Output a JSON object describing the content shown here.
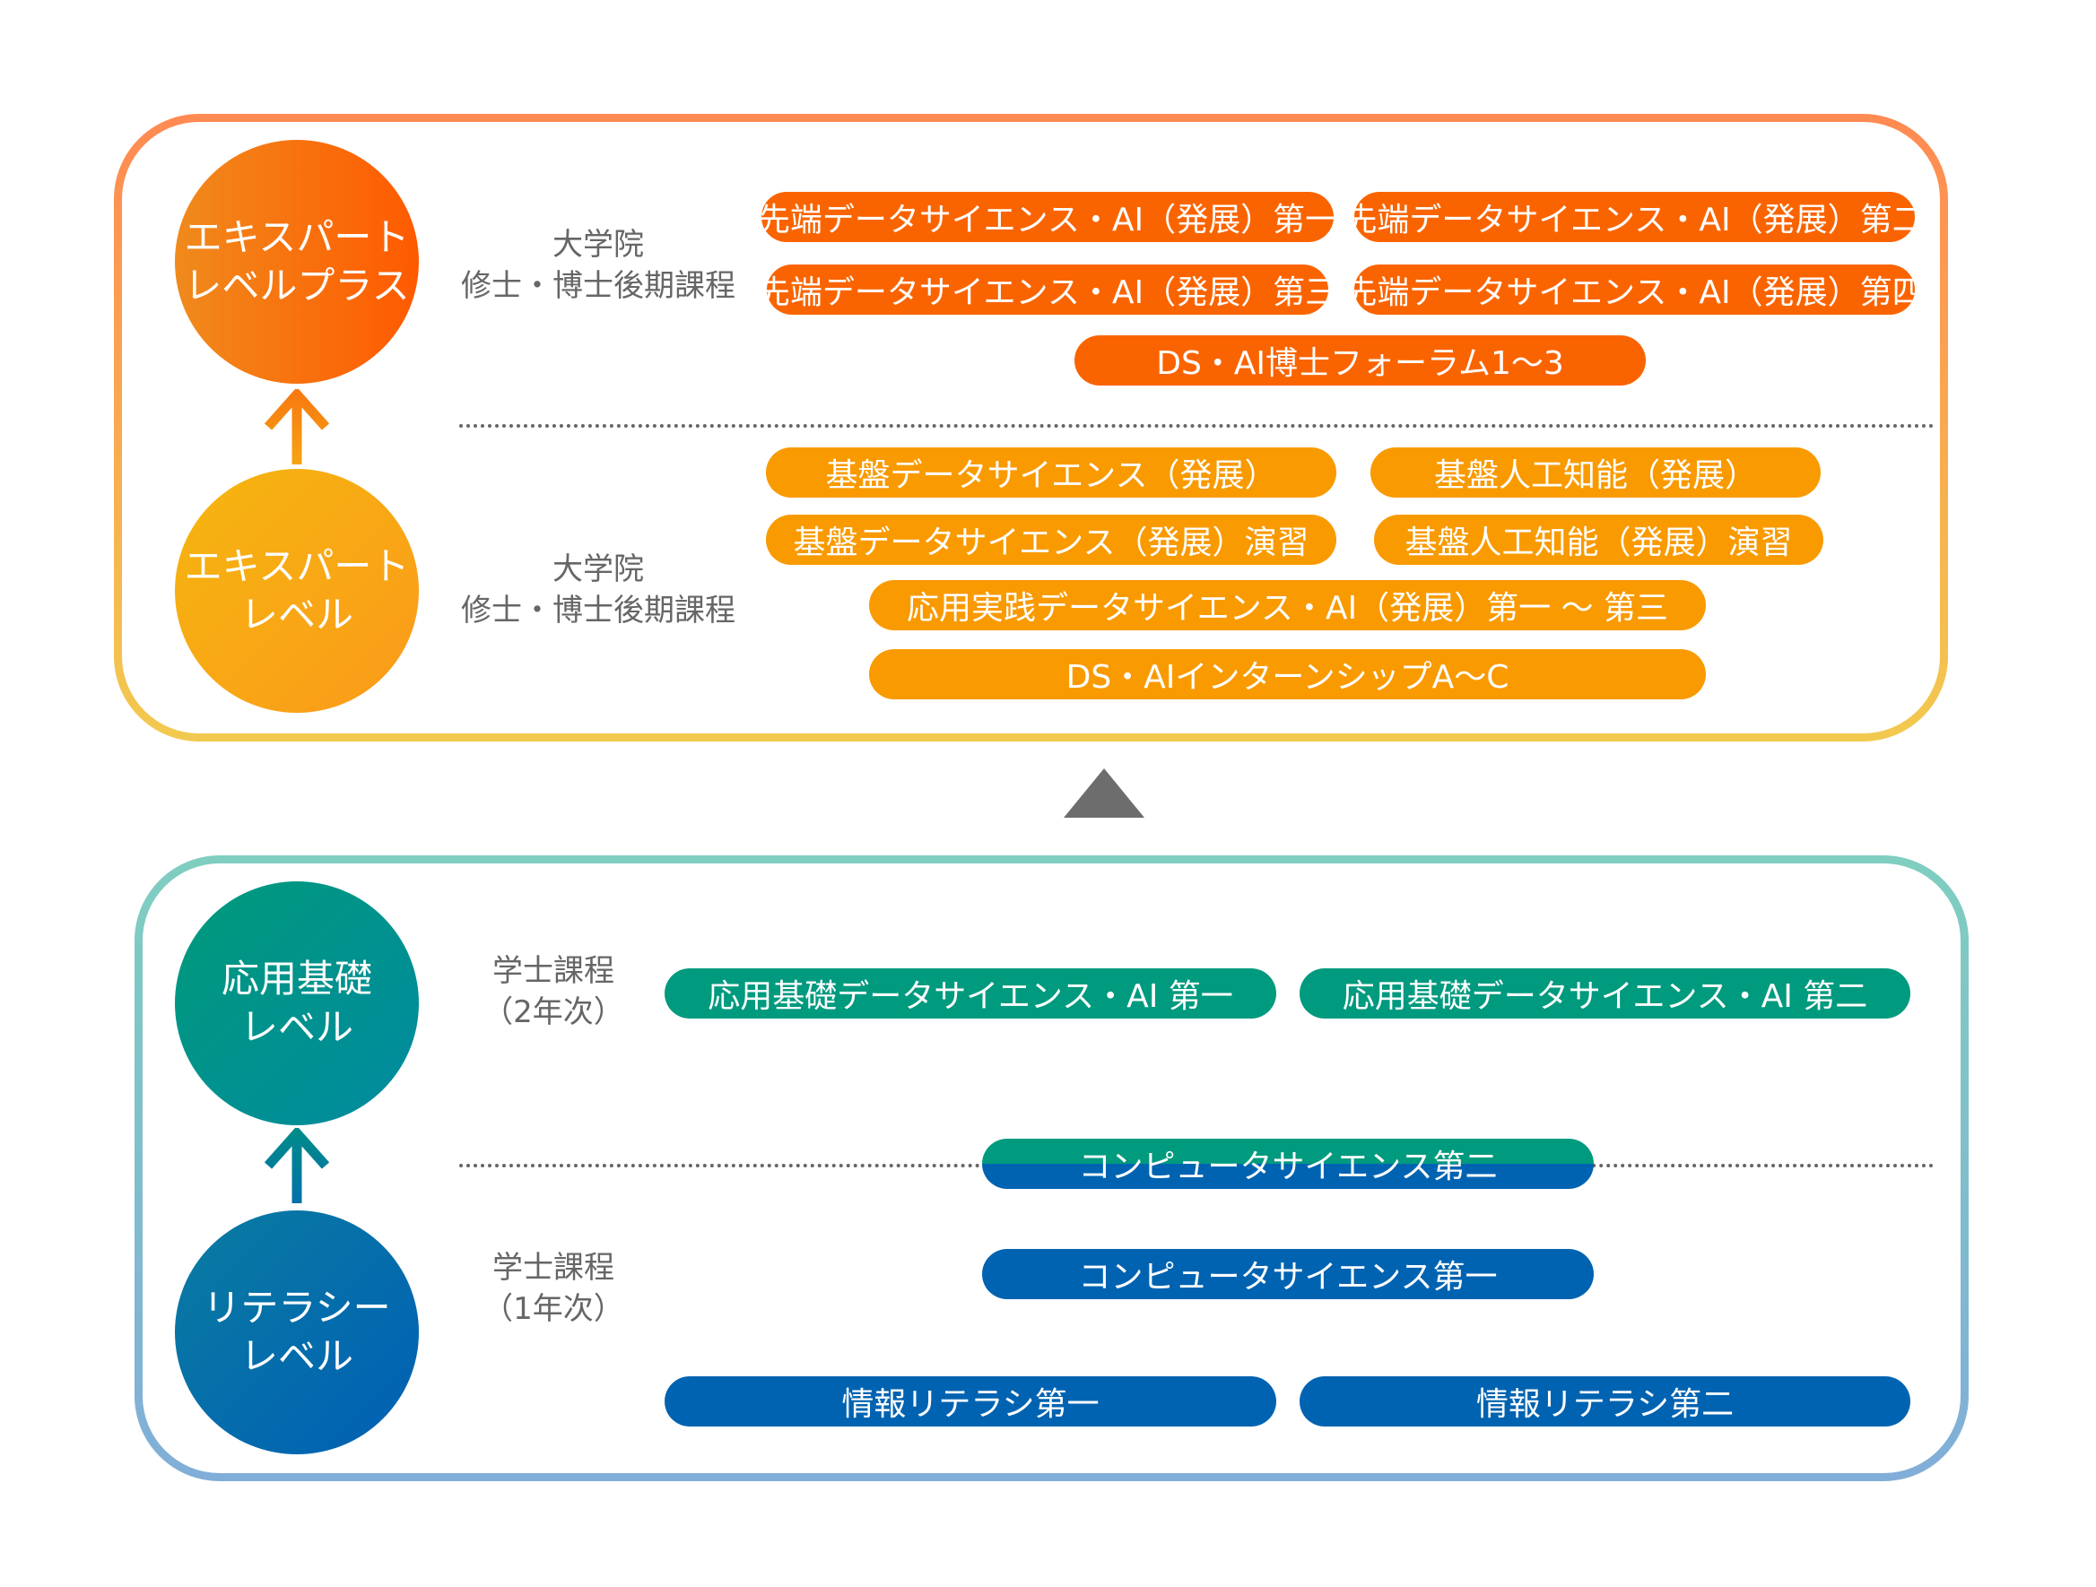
{
  "colors": {
    "advanced_orange": "#fa6400",
    "expert_orange": "#f99a00",
    "applied_teal": "#009a7e",
    "literacy_blue": "#0063b1",
    "triangle_gray": "#6d6d6d"
  },
  "upper_section": {
    "expert_plus": {
      "level": [
        "エキスパート",
        "レベルプラス"
      ],
      "program": [
        "大学院",
        "修士・博士後期課程"
      ],
      "courses": [
        "先端データサイエンス・AI（発展）第一",
        "先端データサイエンス・AI（発展）第二",
        "先端データサイエンス・AI（発展）第三",
        "先端データサイエンス・AI（発展）第四",
        "DS・AI博士フォーラム1〜3"
      ]
    },
    "expert": {
      "level": [
        "エキスパート",
        "レベル"
      ],
      "program": [
        "大学院",
        "修士・博士後期課程"
      ],
      "courses": [
        "基盤データサイエンス（発展）",
        "基盤人工知能（発展）",
        "基盤データサイエンス（発展）演習",
        "基盤人工知能（発展）演習",
        "応用実践データサイエンス・AI（発展）第一 〜 第三",
        "DS・AIインターンシップA〜C"
      ]
    }
  },
  "lower_section": {
    "applied_basic": {
      "level": [
        "応用基礎",
        "レベル"
      ],
      "program": [
        "学士課程",
        "（2年次）"
      ],
      "courses": [
        "応用基礎データサイエンス・AI 第一",
        "応用基礎データサイエンス・AI 第二",
        "コンピュータサイエンス第二"
      ]
    },
    "literacy": {
      "level": [
        "リテラシー",
        "レベル"
      ],
      "program": [
        "学士課程",
        "（1年次）"
      ],
      "courses": [
        "コンピュータサイエンス第一",
        "情報リテラシ第一",
        "情報リテラシ第二"
      ]
    }
  }
}
